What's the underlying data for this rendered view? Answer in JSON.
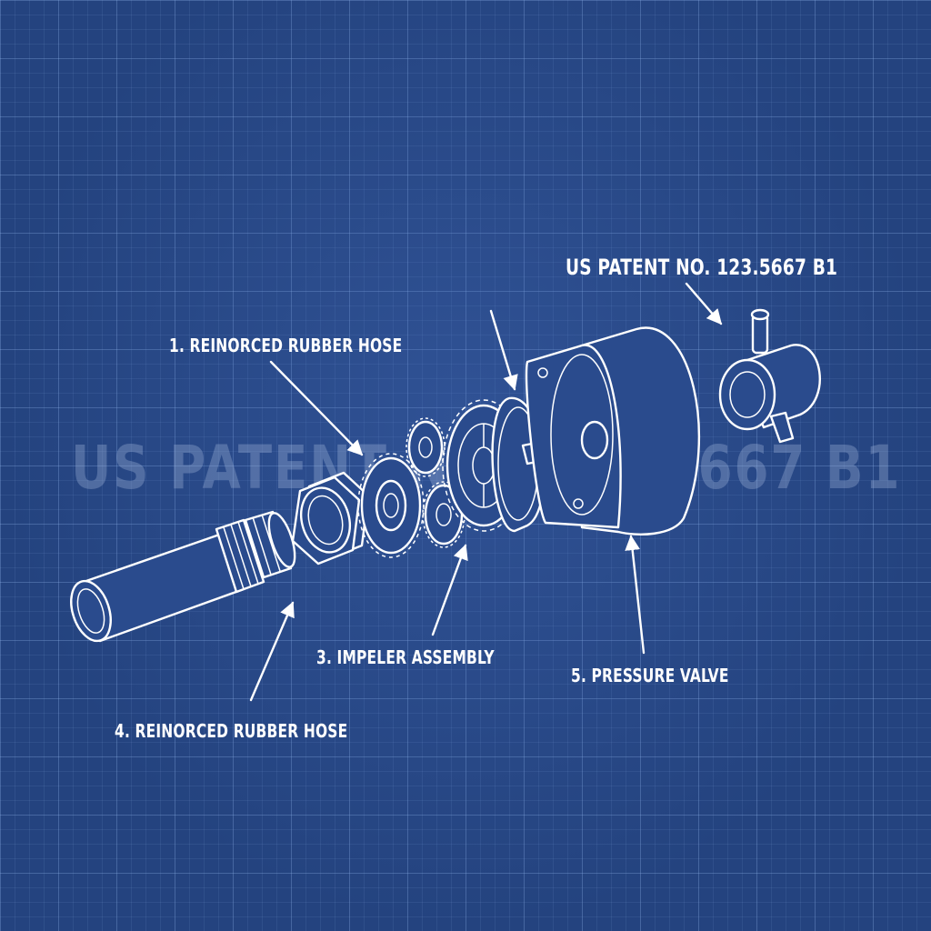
{
  "watermark": "US PATENT NO. 123.5667 B1",
  "labels": {
    "patent": "US PATENT NO. 123.5667 B1",
    "item1": "1. REINORCED RUBBER HOSE",
    "item3": "3. IMPELER ASSEMBLY",
    "item4": "4. REINORCED RUBBER HOSE",
    "item5": "5. PRESSURE VALVE"
  },
  "colors": {
    "background": "#24437f",
    "linework": "#ffffff",
    "grid": "#96b9f0"
  }
}
